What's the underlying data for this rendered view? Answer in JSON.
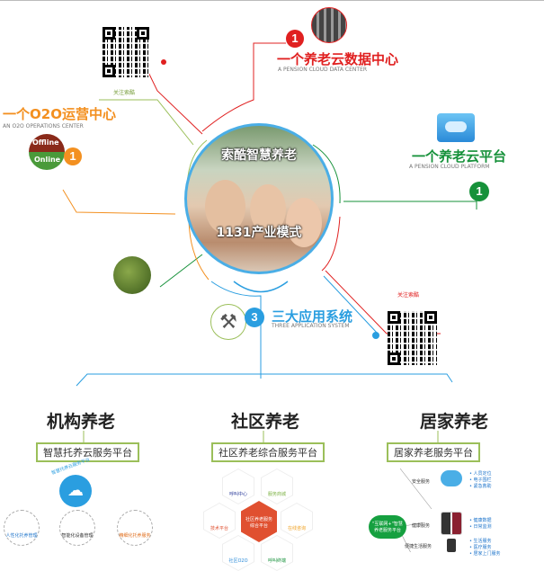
{
  "center": {
    "top_text": "索酷智慧养老",
    "bottom_text": "1131产业模式"
  },
  "data_center": {
    "number": "1",
    "title": "一个养老云数据中心",
    "subtitle": "A PENSION CLOUD DATA CENTER",
    "color": "#e02020"
  },
  "o2o": {
    "number": "1",
    "title": "一个O2O运营中心",
    "subtitle": "AN O2O OPERATIONS CENTER",
    "offline": "Offline",
    "online": "Online",
    "color": "#f39020"
  },
  "cloud_platform": {
    "number": "1",
    "title": "一个养老云平台",
    "subtitle": "A PENSION CLOUD PLATFORM",
    "color": "#16913a"
  },
  "apps": {
    "number": "3",
    "title": "三大应用系统",
    "subtitle": "THREE APPLICATION SYSTEM",
    "color": "#2a9ee0"
  },
  "qr_labels": [
    "关注索酷",
    "关注索酷"
  ],
  "categories": [
    {
      "name": "机构养老",
      "platform": "智慧托养云服务平台",
      "hub": "智慧托养云服务平台",
      "items": [
        "人性化托养管理",
        "智能化设备管理",
        "精细化托养服务"
      ]
    },
    {
      "name": "社区养老",
      "platform": "社区养老综合服务平台",
      "hub": "社区养老服务综合平台",
      "items": [
        "呼叫中心",
        "服务商城",
        "技术平台",
        "在线咨询",
        "社区O2O",
        "呼叫终端"
      ]
    },
    {
      "name": "居家养老",
      "platform": "居家养老服务平台",
      "hub": "\"互联网+\"智慧养老服务平台",
      "groups": [
        {
          "label": "安全服务",
          "bullets": [
            "• 人员定位",
            "• 电子围栏",
            "• 紧急救助"
          ]
        },
        {
          "label": "健康服务",
          "bullets": [
            "• 健康数据",
            "• 日常监测"
          ]
        },
        {
          "label": "便捷生活服务",
          "bullets": [
            "• 生活服务",
            "• 医疗服务",
            "• 居家上门服务"
          ]
        }
      ]
    }
  ]
}
